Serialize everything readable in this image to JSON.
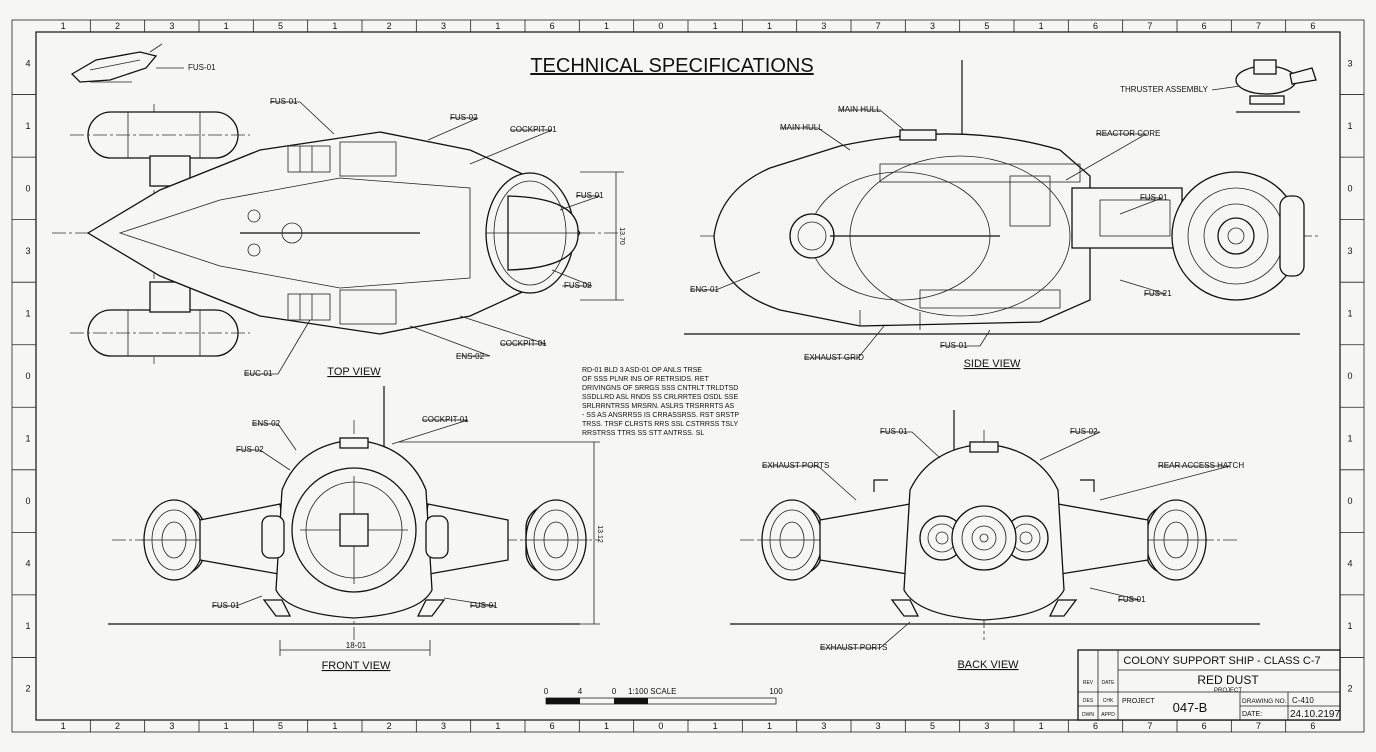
{
  "sheet": {
    "title": "TECHNICAL SPECIFICATIONS",
    "ruler_top": [
      "1",
      "2",
      "3",
      "1",
      "5",
      "1",
      "2",
      "3",
      "1",
      "6",
      "1",
      "0",
      "1",
      "1",
      "3",
      "7",
      "3",
      "5",
      "1",
      "6",
      "7",
      "6",
      "7",
      "6"
    ],
    "ruler_bottom": [
      "1",
      "2",
      "3",
      "1",
      "5",
      "1",
      "2",
      "3",
      "1",
      "6",
      "1",
      "0",
      "1",
      "1",
      "3",
      "3",
      "5",
      "3",
      "1",
      "6",
      "7",
      "6",
      "7",
      "6"
    ],
    "ruler_left": [
      "4",
      "1",
      "0",
      "3",
      "1",
      "0",
      "1",
      "0",
      "4",
      "1",
      "2"
    ],
    "ruler_right": [
      "3",
      "1",
      "0",
      "3",
      "1",
      "0",
      "1",
      "0",
      "4",
      "1",
      "2"
    ]
  },
  "views": {
    "top": "TOP VIEW",
    "side": "SIDE VIEW",
    "front": "FRONT VIEW",
    "back": "BACK VIEW"
  },
  "callouts": {
    "thumb_left": "FUS-01",
    "thumb_right": "THRUSTER ASSEMBLY",
    "top_fus01_a": "FUS-01",
    "top_fus02_a": "FUS-02",
    "top_cockpit_a": "COCKPIT-01",
    "top_fus01_b": "FUS-01",
    "top_fus02_b": "FUS-02",
    "top_cockpit_b": "COCKPIT-01",
    "top_ens02": "ENS-02",
    "top_euc01": "EUC-01",
    "side_main_hull_a": "MAIN HULL",
    "side_main_hull_b": "MAIN HULL",
    "side_reactor": "REACTOR CORE",
    "side_fus01": "FUS-01",
    "side_eng01": "ENG-01",
    "side_fus21": "FUS-21",
    "side_exhaust": "EXHAUST GRID",
    "side_fus01_b": "FUS-01",
    "front_ens02": "ENS-02",
    "front_fus02": "FUS-02",
    "front_cockpit": "COCKPIT-01",
    "front_fus01_a": "FUS-01",
    "front_fus01_b": "FUS-01",
    "front_dim": "18-01",
    "back_fus01": "FUS-01",
    "back_fus02": "FUS-02",
    "back_exhaust_a": "EXHAUST PORTS",
    "back_rear_hatch": "REAR ACCESS HATCH",
    "back_fus01_b": "FUS-01",
    "back_exhaust_b": "EXHAUST PORTS"
  },
  "dims": {
    "top_height": "13.70",
    "front_height": "13.12"
  },
  "notes": [
    "RD-01 BLD 3 ASD-01 OP ANLS TRSE",
    "OF SSS PLNR INS OF RETRSIDS. RET",
    "DRIVINGNS OF SRRGS SSS CNTRLT TRLDTSD",
    "SSDLLRD ASL RNDS SS CRLRRTES OSDL SSE",
    "SRLRRNTRSS MRSRN. ASLRS TRSRRRTS AS",
    "- SS AS ANSRRSS IS CRRASSRSS. RST SRSTP",
    "TRSS. TRSF CLRSTS RRS SSL CSTRRSS TSLY",
    "RRSTRSS TTRS SS STT ANTRSS. SL"
  ],
  "scale": {
    "ticks": [
      "0",
      "4",
      "0"
    ],
    "label": "1:100 SCALE",
    "end": "100"
  },
  "title_block": {
    "class_line": "COLONY SUPPORT SHIP - CLASS C-7",
    "name": "RED DUST",
    "name_sub": "PROJECT",
    "project_label": "PROJECT",
    "project_value": "047-B",
    "drawing_no_label": "DRAWING NO.",
    "drawing_no_value": "C-410",
    "date_label": "DATE:",
    "date_value": "24.10.2197",
    "row1": [
      "REV",
      "DATE"
    ],
    "row2": [
      "DES",
      "CHK"
    ],
    "row3": [
      "DWN",
      "APPD"
    ]
  }
}
